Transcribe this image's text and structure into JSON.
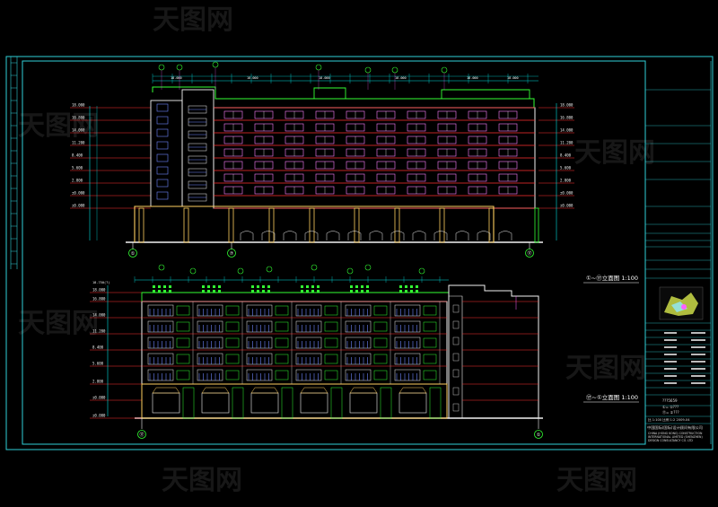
{
  "drawing": {
    "elevation_a_title": "①~⑰立面图 1:100",
    "elevation_b_title": "⑰~①立面图 1:100",
    "axis_marks_a": [
      "①",
      "⑦",
      "⑰"
    ],
    "axis_marks_b": [
      "⑰",
      "①"
    ],
    "level_labels": [
      "18.000",
      "16.800",
      "14.000",
      "11.200",
      "8.400",
      "5.600",
      "2.800",
      "±0.000"
    ],
    "top_level_label": "18.750(?)",
    "dimension_label": "18.000"
  },
  "title_block": {
    "company_cn": "中国国际(国际)设计顾问有限公司",
    "company_en_1": "CHINA (HONG KONG) CONSTRUCTION",
    "company_en_2": "INTERNATIONAL LIMITED (SHENZHEN)",
    "company_en_3": "DESIGN CONSULTANCY CO. LTD",
    "scale_line": "比 1:100    比例 1:2    2009-04",
    "code_a": "①=  ①???",
    "code_b": "⑰=  ①???",
    "drawing_no": "???5659"
  },
  "watermark": {
    "text": "天图网"
  },
  "colors": {
    "frame": "#2fd0d8",
    "wall": "#f2f2f2",
    "floor_lines": "#ff3030",
    "roof": "#33ff33",
    "windows": "#ff80ff",
    "colonnade": "#ffd060",
    "dimension": "#00e0e0",
    "balcony": "#6f86ff"
  }
}
